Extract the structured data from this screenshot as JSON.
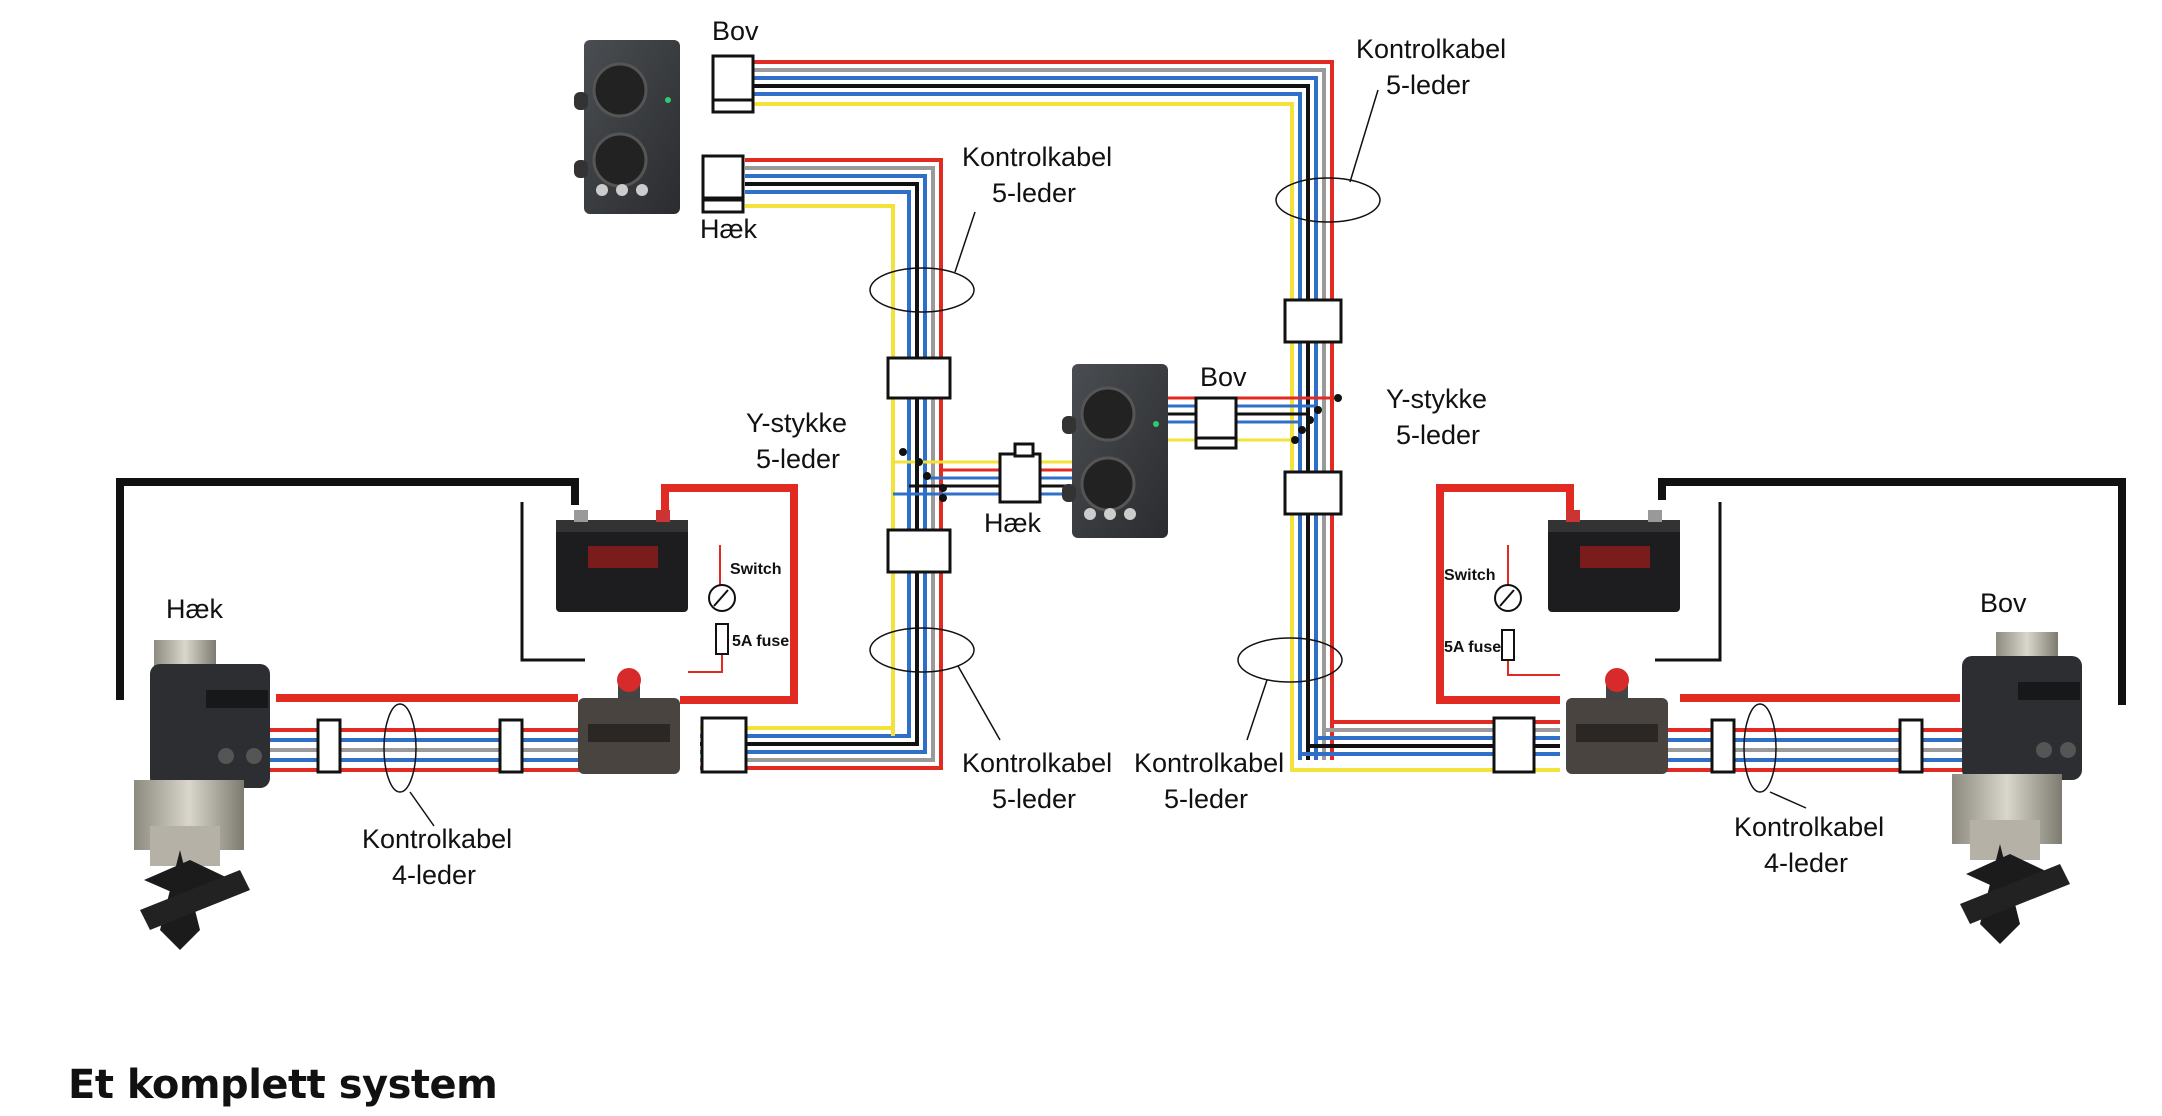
{
  "labels": {
    "bov_top": "Bov",
    "haek_top": "Hæk",
    "kontrol_tr_1": "Kontrolkabel",
    "kontrol_tr_2": "5-leder",
    "kontrol_mid_1": "Kontrolkabel",
    "kontrol_mid_2": "5-leder",
    "bov_center": "Bov",
    "haek_center": "Hæk",
    "ystykke_left_1": "Y-stykke",
    "ystykke_left_2": "5-leder",
    "ystykke_right_1": "Y-stykke",
    "ystykke_right_2": "5-leder",
    "haek_left": "Hæk",
    "bov_right": "Bov",
    "switch_left": "Switch",
    "fuse_left": "5A fuse",
    "switch_right": "Switch",
    "fuse_right": "5A fuse",
    "kontrol_bl_1": "Kontrolkabel",
    "kontrol_bl_2": "4-leder",
    "kontrol_bc_1": "Kontrolkabel",
    "kontrol_bc_2": "5-leder",
    "kontrol_bm_1": "Kontrolkabel",
    "kontrol_bm_2": "5-leder",
    "kontrol_br_1": "Kontrolkabel",
    "kontrol_br_2": "4-leder"
  },
  "caption": "Et komplett system",
  "colors": {
    "red": "#e02a22",
    "blue": "#2f6fc8",
    "yellow": "#f2e23a",
    "gray": "#9a9a9a",
    "black": "#111111",
    "panel": "#3a3d40"
  },
  "icons": [
    "control-panel-icon",
    "battery-icon",
    "thruster-icon",
    "relay-box-icon",
    "switch-icon",
    "fuse-icon",
    "connector-icon"
  ]
}
